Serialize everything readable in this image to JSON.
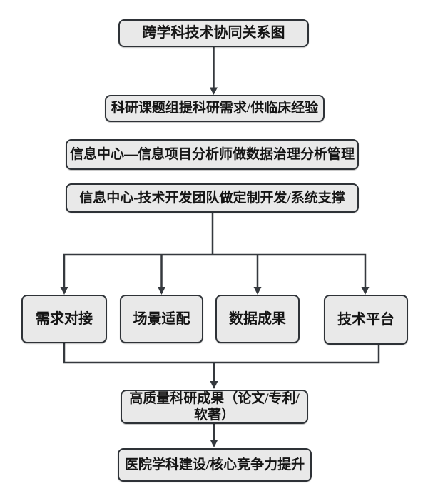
{
  "nodes": {
    "title": {
      "label": "跨学科技术协同关系图"
    },
    "research_group": {
      "label": "科研课题组提科研需求/供临床经验"
    },
    "info_analyst": {
      "label": "信息中心—信息项目分析师做数据治理分析管理"
    },
    "dev_team": {
      "label": "信息中心-技术开发团队做定制开发/系统支撑"
    },
    "branch_demand": {
      "label": "需求对接"
    },
    "branch_scenario": {
      "label": "场景适配"
    },
    "branch_data": {
      "label": "数据成果"
    },
    "branch_platform": {
      "label": "技术平台"
    },
    "achievements": {
      "label": "高质量科研成果（论文/专利/软著）"
    },
    "outcome": {
      "label": "医院学科建设/核心竞争力提升"
    }
  },
  "edges": [
    {
      "from": "title",
      "to": "research_group",
      "type": "arrow"
    },
    {
      "from": "research_group",
      "to": "info_analyst",
      "type": "adjacent"
    },
    {
      "from": "info_analyst",
      "to": "dev_team",
      "type": "adjacent"
    },
    {
      "from": "dev_team",
      "to": "branch_demand",
      "type": "arrow"
    },
    {
      "from": "dev_team",
      "to": "branch_scenario",
      "type": "arrow"
    },
    {
      "from": "dev_team",
      "to": "branch_data",
      "type": "arrow"
    },
    {
      "from": "dev_team",
      "to": "branch_platform",
      "type": "arrow"
    },
    {
      "from": "branch_demand",
      "to": "achievements",
      "type": "arrow"
    },
    {
      "from": "branch_platform",
      "to": "achievements",
      "type": "arrow"
    },
    {
      "from": "achievements",
      "to": "outcome",
      "type": "arrow"
    }
  ],
  "colors": {
    "background": "#ffffff",
    "box_fill": "#e9e9e9",
    "box_border": "#2e3237",
    "line": "#35393e",
    "text": "#151515"
  }
}
